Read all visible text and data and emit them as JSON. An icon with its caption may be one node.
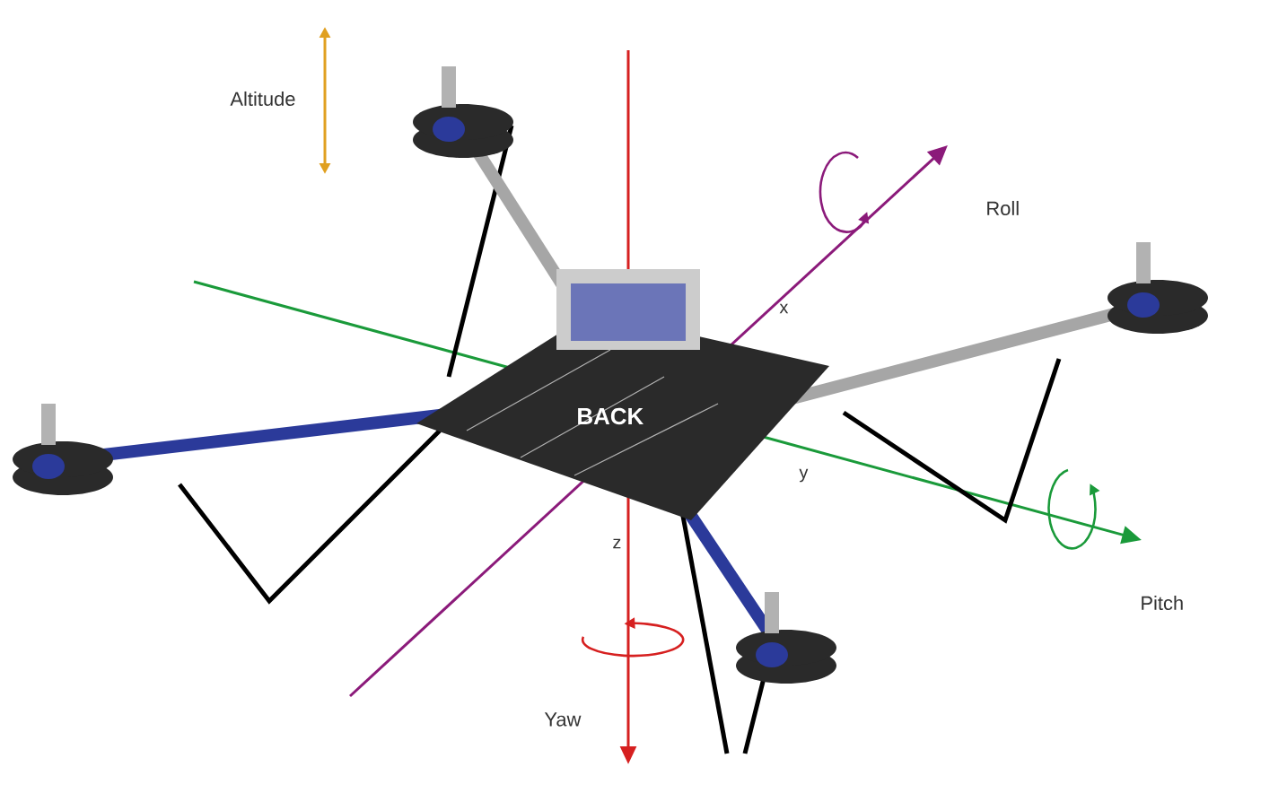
{
  "diagram": {
    "labels": [
      "Altitude",
      "Roll",
      "x",
      "BACK",
      "y",
      "z",
      "Pitch",
      "Yaw"
    ]
  }
}
